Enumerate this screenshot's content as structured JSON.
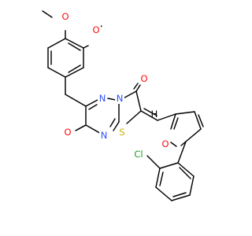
{
  "molecule": {
    "atoms": [
      {
        "name": "methoxy-oxygen-upper",
        "symbol": "O",
        "color": "#ff0d0d"
      },
      {
        "name": "methoxy-oxygen-lower",
        "symbol": "O",
        "color": "#ff0d0d"
      },
      {
        "name": "triazine-nitrogen-1",
        "symbol": "N",
        "color": "#3050f8"
      },
      {
        "name": "triazine-nitrogen-2",
        "symbol": "N",
        "color": "#3050f8"
      },
      {
        "name": "triazine-nitrogen-3",
        "symbol": "N",
        "color": "#3050f8"
      },
      {
        "name": "carbonyl-oxygen-right",
        "symbol": "O",
        "color": "#ff0d0d"
      },
      {
        "name": "carbonyl-oxygen-left",
        "symbol": "O",
        "color": "#ff0d0d"
      },
      {
        "name": "thiazole-sulfur",
        "symbol": "S",
        "color": "#c8b400"
      },
      {
        "name": "furan-oxygen",
        "symbol": "O",
        "color": "#ff0d0d"
      },
      {
        "name": "chlorine",
        "symbol": "Cl",
        "color": "#1fa01f"
      }
    ],
    "stereo_label": "H"
  }
}
